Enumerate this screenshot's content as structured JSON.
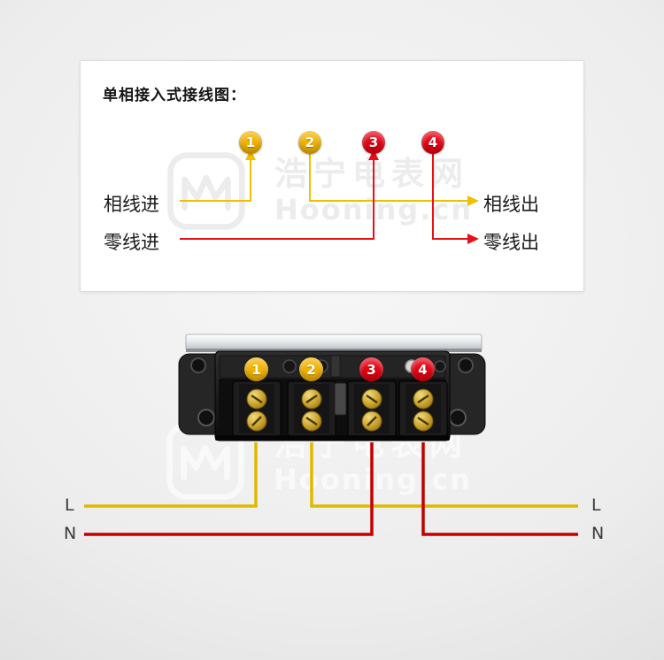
{
  "colors": {
    "phase": "#f0c000",
    "neutral": "#e81018",
    "wire_phase": "#dfb900",
    "wire_neutral": "#c30000"
  },
  "watermark": {
    "brand_cn": "浩宁电表网",
    "brand_en": "Hooning.cn"
  },
  "diagram": {
    "title": "单相接入式接线图：",
    "terminals": [
      {
        "number": "1",
        "color": "#f4b400"
      },
      {
        "number": "2",
        "color": "#f4b400"
      },
      {
        "number": "3",
        "color": "#e60012"
      },
      {
        "number": "4",
        "color": "#e60012"
      }
    ],
    "labels": {
      "phase_in": "相线进",
      "phase_out": "相线出",
      "neutral_in": "零线进",
      "neutral_out": "零线出"
    }
  },
  "meter": {
    "terminals": [
      {
        "number": "1",
        "color": "#f4b400"
      },
      {
        "number": "2",
        "color": "#f4b400"
      },
      {
        "number": "3",
        "color": "#e60012"
      },
      {
        "number": "4",
        "color": "#e60012"
      }
    ],
    "wire_labels": {
      "left_l": "L",
      "left_n": "N",
      "right_l": "L",
      "right_n": "N"
    }
  }
}
